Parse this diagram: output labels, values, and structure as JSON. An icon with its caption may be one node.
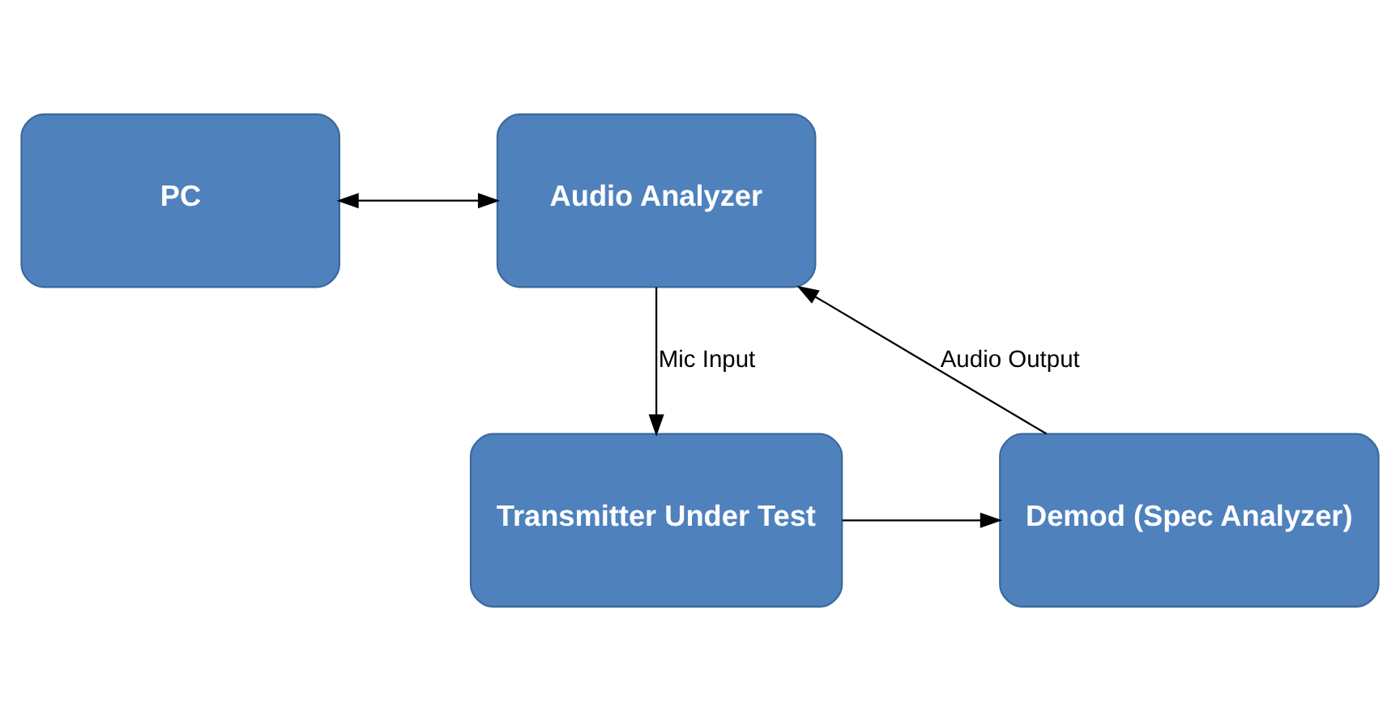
{
  "diagram": {
    "nodes": [
      {
        "text": [
          "PC"
        ]
      },
      {
        "text": [
          "Audio Analyzer"
        ]
      },
      {
        "text": [
          "Transmitter Under Test"
        ]
      },
      {
        "text": [
          "Demod (Spec Analyzer)"
        ]
      }
    ],
    "edges": [
      {
        "from": 0,
        "to": 1,
        "arrow": "both"
      },
      {
        "from": 1,
        "to": 2,
        "arrow": "to",
        "label": "Mic Input"
      },
      {
        "from": 2,
        "to": 3,
        "arrow": "to"
      },
      {
        "from": 3,
        "to": 1,
        "arrow": "to",
        "label": "Audio Output"
      }
    ]
  }
}
